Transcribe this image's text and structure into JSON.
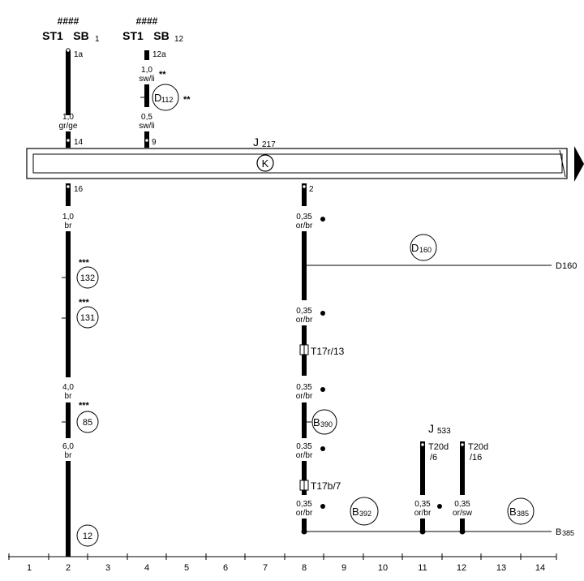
{
  "headers": [
    {
      "mark": "####",
      "name": "ST1",
      "fuse": "SB",
      "num": "1"
    },
    {
      "mark": "####",
      "name": "ST1",
      "fuse": "SB",
      "num": "12"
    }
  ],
  "component": {
    "name": "J",
    "sub": "217",
    "symbol": "K"
  },
  "relay2": {
    "name": "J",
    "sub": "533"
  },
  "pins": {
    "p1a": "1a",
    "p12a": "12a",
    "p14": "14",
    "p9": "9",
    "p16": "16",
    "p2": "2",
    "t20d6a": "T20d",
    "t20d6b": "/6",
    "t20d16a": "T20d",
    "t20d16b": "/16",
    "t17r": "T17r/13",
    "t17b": "T17b/7"
  },
  "wires": {
    "w1_0_swli": [
      "1,0",
      "sw/li"
    ],
    "w1_0_grge": [
      "1,0",
      "gr/ge"
    ],
    "w0_5_swli": [
      "0,5",
      "sw/li"
    ],
    "w1_0_br": [
      "1,0",
      "br"
    ],
    "w4_0_br": [
      "4,0",
      "br"
    ],
    "w6_0_br": [
      "6,0",
      "br"
    ],
    "w035a": [
      "0,35",
      "or/br"
    ],
    "w035b": [
      "0,35",
      "or/br"
    ],
    "w035c": [
      "0,35",
      "or/br"
    ],
    "w035d": [
      "0,35",
      "or/br"
    ],
    "w035e": [
      "0,35",
      "or/br"
    ],
    "w035f": [
      "0,35",
      "or/br"
    ],
    "w035g": [
      "0,35",
      "or/sw"
    ]
  },
  "stars": {
    "double": "**",
    "triple": "***"
  },
  "circles": {
    "D112": {
      "letter": "D",
      "sub": "112"
    },
    "D160": {
      "letter": "D",
      "sub": "160"
    },
    "B390": {
      "letter": "B",
      "sub": "390"
    },
    "B392": {
      "letter": "B",
      "sub": "392"
    },
    "B385": {
      "letter": "B",
      "sub": "385"
    },
    "c132": "132",
    "c131": "131",
    "c85": "85",
    "c12": "12"
  },
  "exits": {
    "d160": {
      "letter": "D",
      "sub": "160"
    },
    "b385": {
      "letter": "B",
      "sub": "385"
    }
  },
  "scale": [
    "1",
    "2",
    "3",
    "4",
    "5",
    "6",
    "7",
    "8",
    "9",
    "10",
    "11",
    "12",
    "13",
    "14"
  ]
}
